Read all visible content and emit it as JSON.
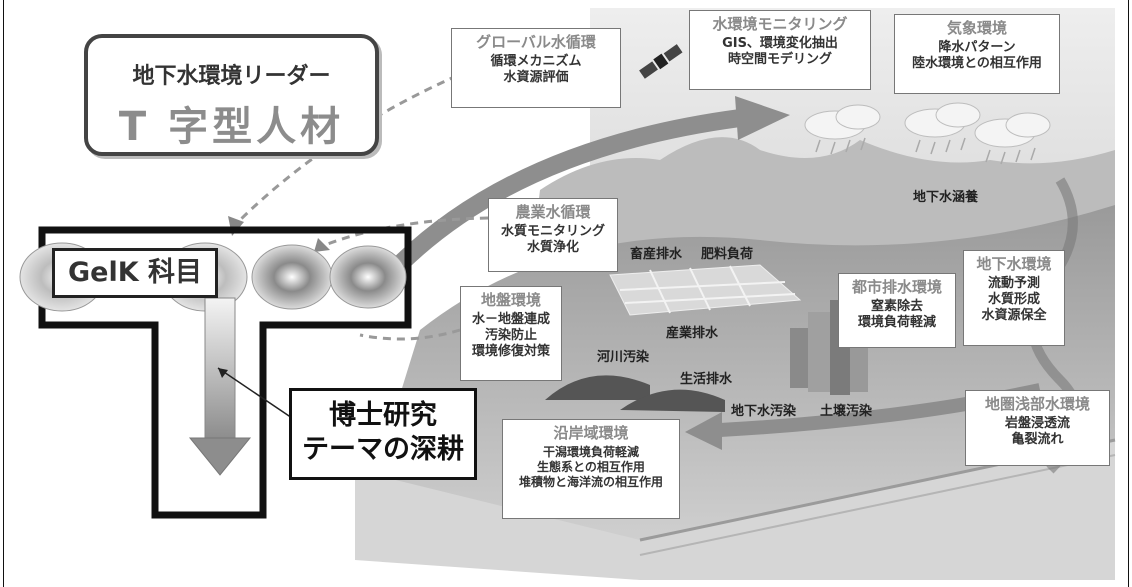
{
  "leader": {
    "line1": "地下水環境リーダー",
    "line2": "T 字型人材"
  },
  "gelk_label": "GelK 科目",
  "research_label": {
    "line1": "博士研究",
    "line2": "テーマの深耕"
  },
  "boxes": {
    "global": {
      "title": "グローバル水循環",
      "lines": [
        "循環メカニズム",
        "水資源評価"
      ]
    },
    "monitoring": {
      "title": "水環境モニタリング",
      "lines": [
        "GIS、環境変化抽出",
        "時空間モデリング"
      ]
    },
    "weather": {
      "title": "気象環境",
      "lines": [
        "降水パターン",
        "陸水環境との相互作用"
      ]
    },
    "agri": {
      "title": "農業水循環",
      "lines": [
        "水質モニタリング",
        "水質浄化"
      ]
    },
    "ground": {
      "title": "地盤環境",
      "lines": [
        "水－地盤連成",
        "汚染防止",
        "環境修復対策"
      ]
    },
    "urban": {
      "title": "都市排水環境",
      "lines": [
        "窒素除去",
        "環境負荷軽減"
      ]
    },
    "groundwater": {
      "title": "地下水環境",
      "lines": [
        "流動予測",
        "水質形成",
        "水資源保全"
      ]
    },
    "shallow": {
      "title": "地圏浅部水環境",
      "lines": [
        "岩盤浸透流",
        "亀裂流れ"
      ]
    },
    "coastal": {
      "title": "沿岸域環境",
      "lines": [
        "干潟環境負荷軽減",
        "生態系との相互作用",
        "堆積物と海洋流の相互作用"
      ]
    }
  },
  "scene_labels": {
    "recharge": "地下水涵養",
    "livestock": "畜産排水",
    "fertilizer": "肥料負荷",
    "industrial": "産業排水",
    "river": "河川汚染",
    "domestic": "生活排水",
    "gw_pollution": "地下水汚染",
    "soil_pollution": "土壌汚染"
  }
}
